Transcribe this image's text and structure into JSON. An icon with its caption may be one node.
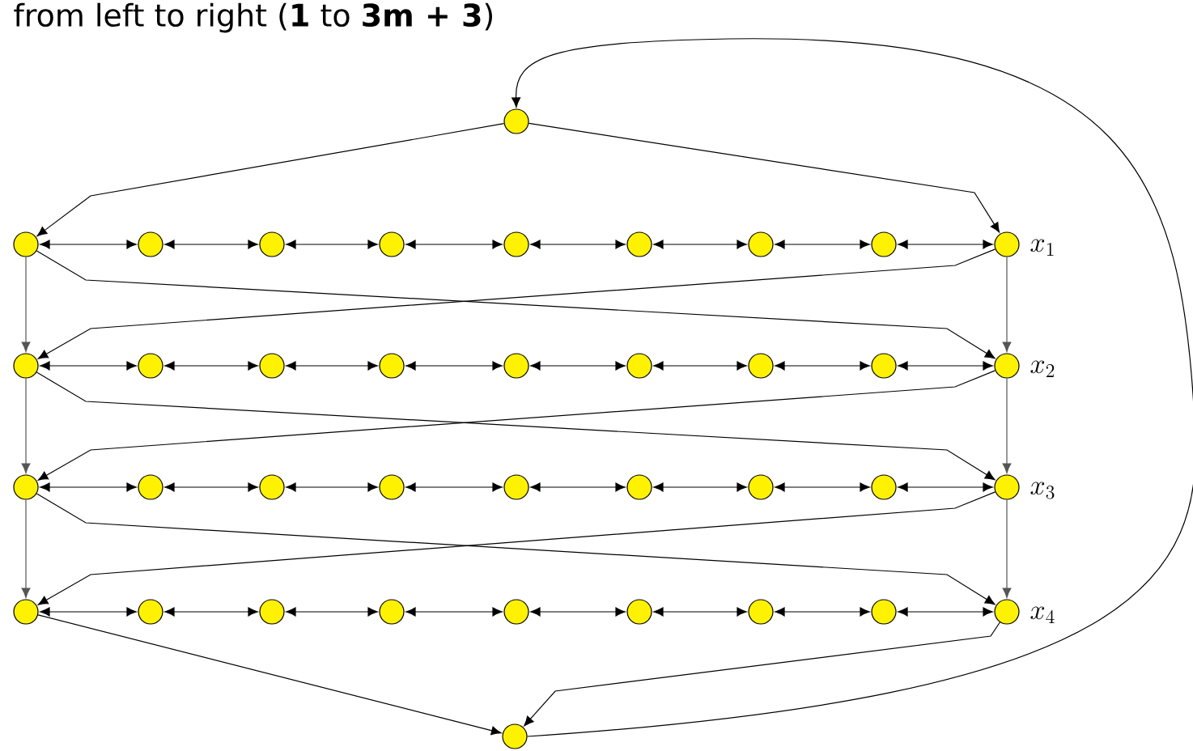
{
  "diagram": {
    "title": "from left to right (**1** to **3m + 3**)",
    "nodes": [
      {
        "text": [],
        "shape": "circle"
      },
      {
        "text": [],
        "shape": "circle"
      },
      {
        "text": [],
        "shape": "circle"
      },
      {
        "text": [],
        "shape": "circle"
      },
      {
        "text": [],
        "shape": "circle"
      },
      {
        "text": [],
        "shape": "circle"
      },
      {
        "text": [],
        "shape": "circle"
      },
      {
        "text": [],
        "shape": "circle"
      },
      {
        "text": [],
        "shape": "circle"
      },
      {
        "text": [],
        "shape": "circle",
        "beside": [
          "x_1"
        ]
      },
      {
        "text": [],
        "shape": "circle"
      },
      {
        "text": [],
        "shape": "circle"
      },
      {
        "text": [],
        "shape": "circle"
      },
      {
        "text": [],
        "shape": "circle"
      },
      {
        "text": [],
        "shape": "circle"
      },
      {
        "text": [],
        "shape": "circle"
      },
      {
        "text": [],
        "shape": "circle"
      },
      {
        "text": [],
        "shape": "circle"
      },
      {
        "text": [],
        "shape": "circle",
        "beside": [
          "x_2"
        ]
      },
      {
        "text": [],
        "shape": "circle"
      },
      {
        "text": [],
        "shape": "circle"
      },
      {
        "text": [],
        "shape": "circle"
      },
      {
        "text": [],
        "shape": "circle"
      },
      {
        "text": [],
        "shape": "circle"
      },
      {
        "text": [],
        "shape": "circle"
      },
      {
        "text": [],
        "shape": "circle"
      },
      {
        "text": [],
        "shape": "circle"
      },
      {
        "text": [],
        "shape": "circle",
        "beside": [
          "x_3"
        ]
      },
      {
        "text": [],
        "shape": "circle"
      },
      {
        "text": [],
        "shape": "circle"
      },
      {
        "text": [],
        "shape": "circle"
      },
      {
        "text": [],
        "shape": "circle"
      },
      {
        "text": [],
        "shape": "circle"
      },
      {
        "text": [],
        "shape": "circle"
      },
      {
        "text": [],
        "shape": "circle"
      },
      {
        "text": [],
        "shape": "circle"
      },
      {
        "text": [],
        "shape": "circle",
        "beside": [
          "x_4"
        ]
      },
      {
        "text": [],
        "shape": "circle"
      }
    ],
    "edges": [
      {
        "from": 0,
        "to": 1,
        "arrow": "to"
      },
      {
        "from": 0,
        "to": 9,
        "arrow": "to"
      },
      {
        "from": 1,
        "to": 2,
        "arrow": "both"
      },
      {
        "from": 2,
        "to": 3,
        "arrow": "both"
      },
      {
        "from": 3,
        "to": 4,
        "arrow": "both"
      },
      {
        "from": 4,
        "to": 5,
        "arrow": "both"
      },
      {
        "from": 5,
        "to": 6,
        "arrow": "both"
      },
      {
        "from": 6,
        "to": 7,
        "arrow": "both"
      },
      {
        "from": 7,
        "to": 8,
        "arrow": "both"
      },
      {
        "from": 8,
        "to": 9,
        "arrow": "both"
      },
      {
        "from": 10,
        "to": 11,
        "arrow": "both"
      },
      {
        "from": 11,
        "to": 12,
        "arrow": "both"
      },
      {
        "from": 12,
        "to": 13,
        "arrow": "both"
      },
      {
        "from": 13,
        "to": 14,
        "arrow": "both"
      },
      {
        "from": 14,
        "to": 15,
        "arrow": "both"
      },
      {
        "from": 15,
        "to": 16,
        "arrow": "both"
      },
      {
        "from": 16,
        "to": 17,
        "arrow": "both"
      },
      {
        "from": 17,
        "to": 18,
        "arrow": "both"
      },
      {
        "from": 19,
        "to": 20,
        "arrow": "both"
      },
      {
        "from": 20,
        "to": 21,
        "arrow": "both"
      },
      {
        "from": 21,
        "to": 22,
        "arrow": "both"
      },
      {
        "from": 22,
        "to": 23,
        "arrow": "both"
      },
      {
        "from": 23,
        "to": 24,
        "arrow": "both"
      },
      {
        "from": 24,
        "to": 25,
        "arrow": "both"
      },
      {
        "from": 25,
        "to": 26,
        "arrow": "both"
      },
      {
        "from": 26,
        "to": 27,
        "arrow": "both"
      },
      {
        "from": 28,
        "to": 29,
        "arrow": "both"
      },
      {
        "from": 29,
        "to": 30,
        "arrow": "both"
      },
      {
        "from": 30,
        "to": 31,
        "arrow": "both"
      },
      {
        "from": 31,
        "to": 32,
        "arrow": "both"
      },
      {
        "from": 32,
        "to": 33,
        "arrow": "both"
      },
      {
        "from": 33,
        "to": 34,
        "arrow": "both"
      },
      {
        "from": 34,
        "to": 35,
        "arrow": "both"
      },
      {
        "from": 35,
        "to": 36,
        "arrow": "both"
      },
      {
        "from": 1,
        "to": 10,
        "arrow": "to",
        "color": "#555555"
      },
      {
        "from": 9,
        "to": 18,
        "arrow": "to",
        "color": "#555555"
      },
      {
        "from": 1,
        "to": 18,
        "arrow": "to"
      },
      {
        "from": 9,
        "to": 10,
        "arrow": "to"
      },
      {
        "from": 10,
        "to": 19,
        "arrow": "to",
        "color": "#555555"
      },
      {
        "from": 18,
        "to": 27,
        "arrow": "to",
        "color": "#555555"
      },
      {
        "from": 10,
        "to": 27,
        "arrow": "to"
      },
      {
        "from": 18,
        "to": 19,
        "arrow": "to"
      },
      {
        "from": 19,
        "to": 28,
        "arrow": "to",
        "color": "#555555"
      },
      {
        "from": 27,
        "to": 36,
        "arrow": "to",
        "color": "#555555"
      },
      {
        "from": 19,
        "to": 36,
        "arrow": "to"
      },
      {
        "from": 27,
        "to": 28,
        "arrow": "to"
      },
      {
        "from": 28,
        "to": 37,
        "arrow": "to"
      },
      {
        "from": 36,
        "to": 37,
        "arrow": "to"
      },
      {
        "from": 37,
        "to": 0,
        "arrow": "to"
      }
    ]
  }
}
